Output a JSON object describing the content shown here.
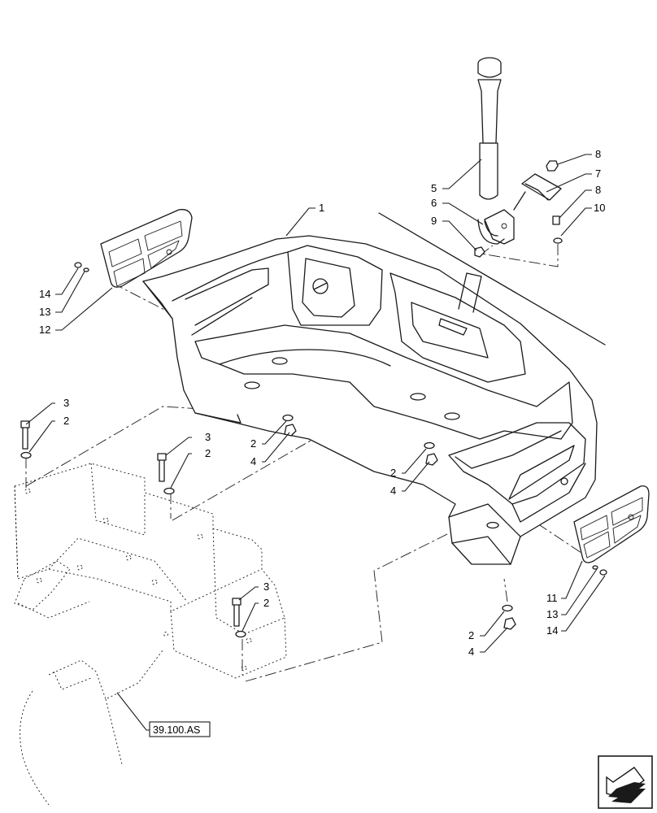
{
  "callouts": {
    "c1": "1",
    "c2a": "2",
    "c2b": "2",
    "c2c": "2",
    "c2d": "2",
    "c2e": "2",
    "c2f": "2",
    "c3a": "3",
    "c3b": "3",
    "c3c": "3",
    "c4a": "4",
    "c4b": "4",
    "c4c": "4",
    "c5": "5",
    "c6": "6",
    "c7": "7",
    "c8a": "8",
    "c8b": "8",
    "c9": "9",
    "c10": "10",
    "c11": "11",
    "c12": "12",
    "c13a": "13",
    "c13b": "13",
    "c14a": "14",
    "c14b": "14"
  },
  "reference_label": "39.100.AS",
  "nav_icon": "next-page-arrow-icon"
}
